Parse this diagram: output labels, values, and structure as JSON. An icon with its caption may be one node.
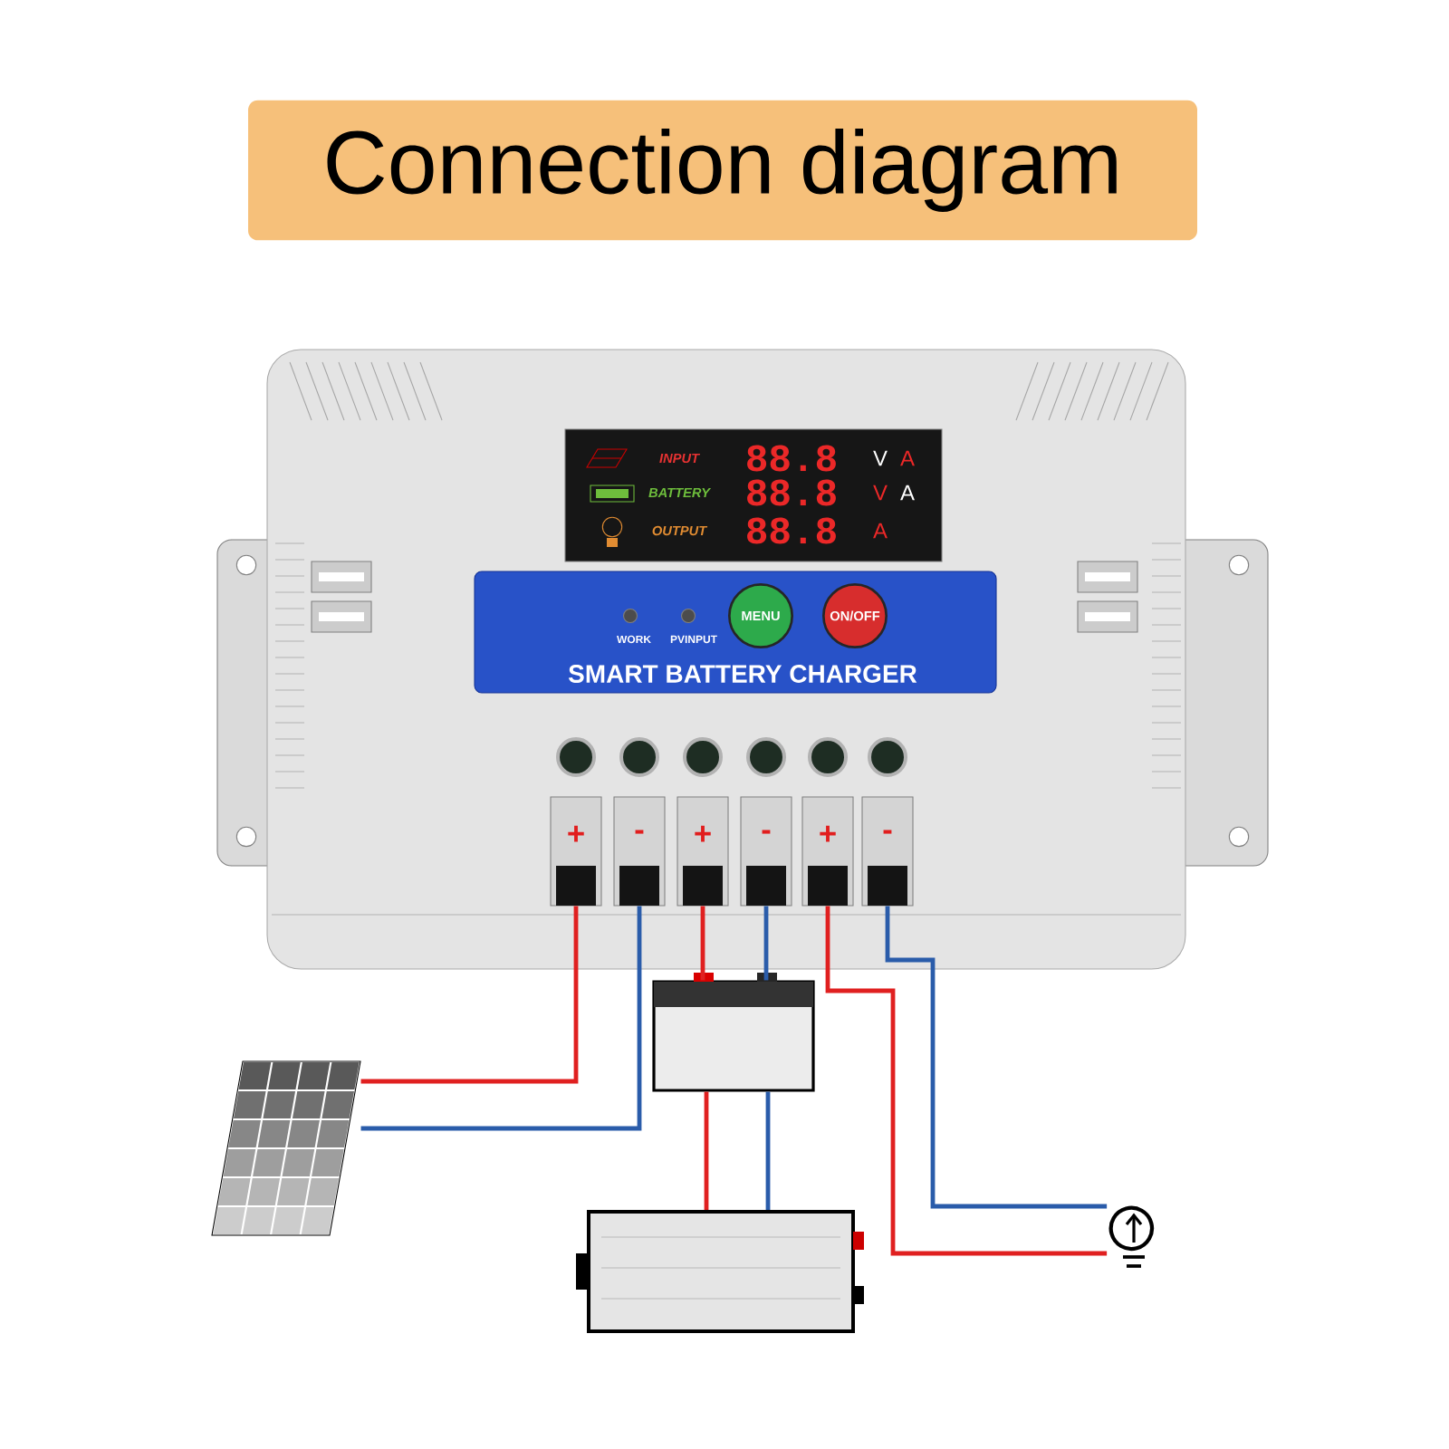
{
  "diagram": {
    "title": "Connection diagram",
    "nodes": [
      {
        "text": [],
        "shape": "box"
      },
      {
        "text": [
          "INPUT",
          "88.8",
          "V",
          "A",
          "BATTERY",
          "88.8",
          "V",
          "A",
          "OUTPUT",
          "88.8",
          "A"
        ],
        "in": 0
      },
      {
        "text": [
          "WORK",
          "PVINPUT",
          "SMART BATTERY CHARGER"
        ],
        "in": 0
      },
      {
        "text": [
          "MENU"
        ],
        "in": 2
      },
      {
        "text": [
          "ON/OFF"
        ],
        "in": 2
      },
      {
        "text": [
          "+"
        ],
        "in": 0
      },
      {
        "text": [
          "-"
        ],
        "in": 0
      },
      {
        "text": [
          "+"
        ],
        "in": 0
      },
      {
        "text": [
          "-"
        ],
        "in": 0
      },
      {
        "text": [
          "+"
        ],
        "in": 0
      },
      {
        "text": [
          "-"
        ],
        "in": 0
      },
      {
        "text": [],
        "shape": "picture"
      },
      {
        "text": [],
        "shape": "picture"
      },
      {
        "text": [],
        "shape": "picture"
      },
      {
        "text": [],
        "shape": "picture"
      }
    ],
    "edges": [
      {
        "from": 5,
        "to": 11,
        "arrow": "none",
        "color": "#e02020"
      },
      {
        "from": 6,
        "to": 11,
        "arrow": "none",
        "color": "#2a5caa"
      },
      {
        "from": 7,
        "to": 12,
        "arrow": "none",
        "color": "#e02020"
      },
      {
        "from": 8,
        "to": 12,
        "arrow": "none",
        "color": "#2a5caa"
      },
      {
        "from": 12,
        "to": 13,
        "arrow": "none",
        "color": "#e02020"
      },
      {
        "from": 12,
        "to": 13,
        "arrow": "none",
        "color": "#2a5caa"
      },
      {
        "from": 9,
        "to": 14,
        "arrow": "none",
        "color": "#e02020"
      },
      {
        "from": 10,
        "to": 14,
        "arrow": "none",
        "color": "#2a5caa"
      }
    ]
  }
}
